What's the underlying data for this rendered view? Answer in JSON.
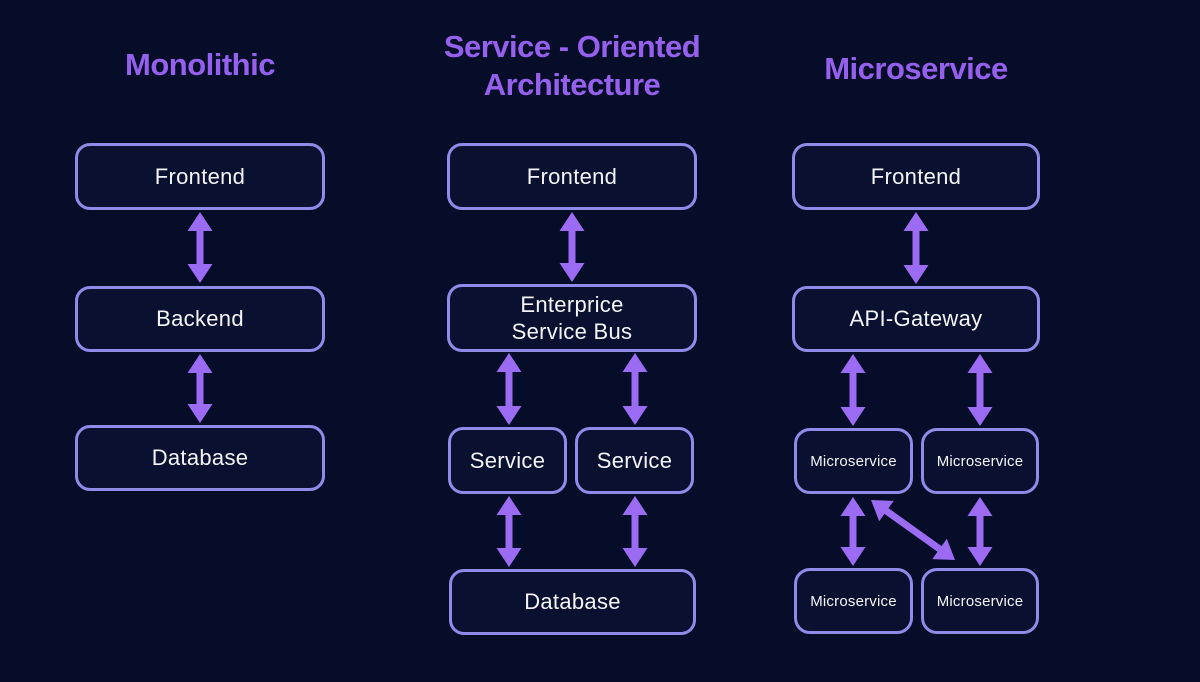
{
  "colors": {
    "background": "#060d28",
    "heading": "#9660ee",
    "box_border": "#8f8ce9",
    "box_fill": "#0a1030",
    "box_text": "#f4f5fa",
    "arrow": "#9c6bf3"
  },
  "columns": [
    {
      "heading": "Monolithic",
      "nodes": [
        {
          "label": "Frontend"
        },
        {
          "label": "Backend"
        },
        {
          "label": "Database"
        }
      ]
    },
    {
      "heading": "Service - Oriented Architecture",
      "nodes": [
        {
          "label": "Frontend"
        },
        {
          "label": "Enterprice Service Bus"
        },
        {
          "label": "Service"
        },
        {
          "label": "Service"
        },
        {
          "label": "Database"
        }
      ]
    },
    {
      "heading": "Microservice",
      "nodes": [
        {
          "label": "Frontend"
        },
        {
          "label": "API-Gateway"
        },
        {
          "label": "Microservice"
        },
        {
          "label": "Microservice"
        },
        {
          "label": "Microservice"
        },
        {
          "label": "Microservice"
        }
      ]
    }
  ],
  "connections": [
    {
      "from": "Monolithic/Frontend",
      "to": "Monolithic/Backend",
      "type": "bidirectional"
    },
    {
      "from": "Monolithic/Backend",
      "to": "Monolithic/Database",
      "type": "bidirectional"
    },
    {
      "from": "SOA/Frontend",
      "to": "SOA/Enterprice Service Bus",
      "type": "bidirectional"
    },
    {
      "from": "SOA/Enterprice Service Bus",
      "to": "SOA/Service-1",
      "type": "bidirectional"
    },
    {
      "from": "SOA/Enterprice Service Bus",
      "to": "SOA/Service-2",
      "type": "bidirectional"
    },
    {
      "from": "SOA/Service-1",
      "to": "SOA/Database",
      "type": "bidirectional"
    },
    {
      "from": "SOA/Service-2",
      "to": "SOA/Database",
      "type": "bidirectional"
    },
    {
      "from": "Microservice/Frontend",
      "to": "Microservice/API-Gateway",
      "type": "bidirectional"
    },
    {
      "from": "Microservice/API-Gateway",
      "to": "Microservice/Microservice-1",
      "type": "bidirectional"
    },
    {
      "from": "Microservice/API-Gateway",
      "to": "Microservice/Microservice-2",
      "type": "bidirectional"
    },
    {
      "from": "Microservice/Microservice-1",
      "to": "Microservice/Microservice-3",
      "type": "bidirectional"
    },
    {
      "from": "Microservice/Microservice-2",
      "to": "Microservice/Microservice-4",
      "type": "bidirectional"
    },
    {
      "from": "Microservice/Microservice-1",
      "to": "Microservice/Microservice-4",
      "type": "bidirectional"
    }
  ]
}
